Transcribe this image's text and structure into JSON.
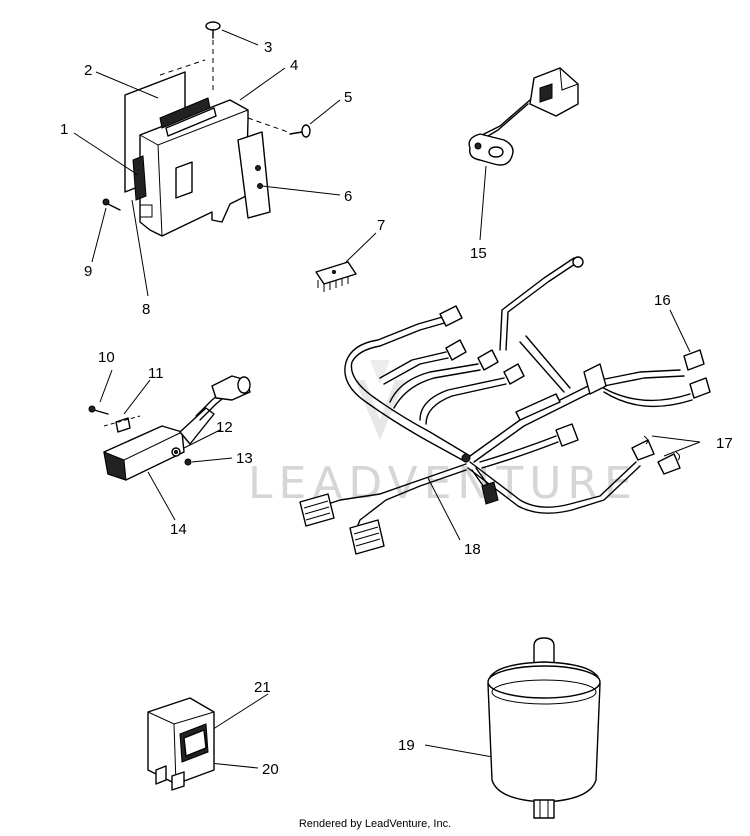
{
  "watermark": "LEADVENTURE",
  "footer": "Rendered by LeadVenture, Inc.",
  "callouts": {
    "c1": "1",
    "c2": "2",
    "c3": "3",
    "c4": "4",
    "c5": "5",
    "c6": "6",
    "c7": "7",
    "c8": "8",
    "c9": "9",
    "c10": "10",
    "c11": "11",
    "c12": "12",
    "c13": "13",
    "c14": "14",
    "c15": "15",
    "c16": "16",
    "c17": "17",
    "c18": "18",
    "c19": "19",
    "c20": "20",
    "c21": "21"
  }
}
